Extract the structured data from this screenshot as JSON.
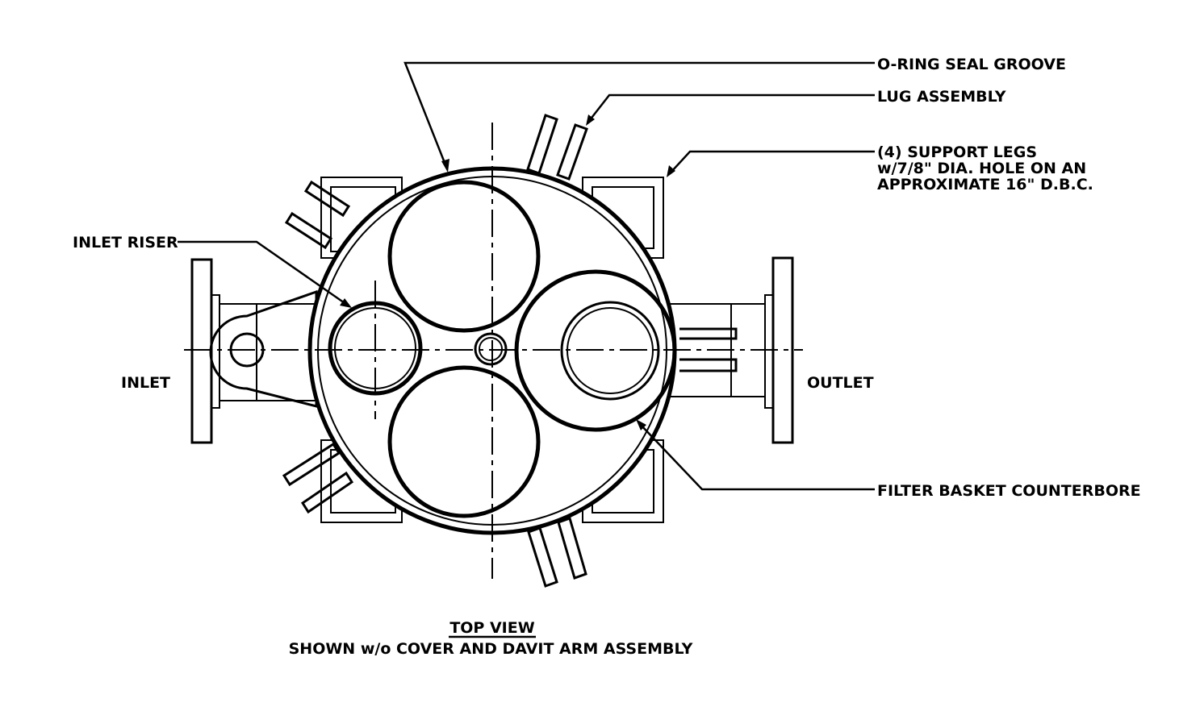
{
  "labels": {
    "oring": "O-RING SEAL GROOVE",
    "lug": "LUG ASSEMBLY",
    "legs_1": "(4) SUPPORT LEGS",
    "legs_2": "w/7/8\" DIA. HOLE ON AN",
    "legs_3": "APPROXIMATE 16\" D.B.C.",
    "inlet_riser": "INLET RISER",
    "inlet": "INLET",
    "outlet": "OUTLET",
    "basket": "FILTER BASKET COUNTERBORE",
    "view_title": "TOP VIEW",
    "view_subtitle": "SHOWN w/o COVER AND DAVIT ARM ASSEMBLY"
  },
  "colors": {
    "line": "#000000",
    "background": "#ffffff"
  }
}
